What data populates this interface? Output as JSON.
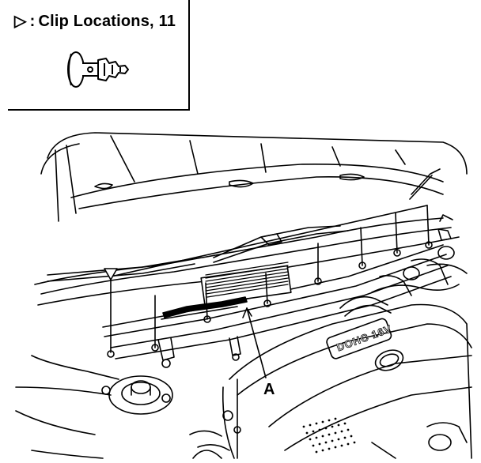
{
  "legend": {
    "symbol": "▷",
    "separator": ":",
    "text": "Clip Locations, 11"
  },
  "callout": {
    "label": "A"
  },
  "icons": {
    "legend_marker": "triangle-outline-icon",
    "clip": "push-clip-icon",
    "engine": "engine-bay-illustration"
  },
  "engine_cover_text": "DOHC 16V"
}
